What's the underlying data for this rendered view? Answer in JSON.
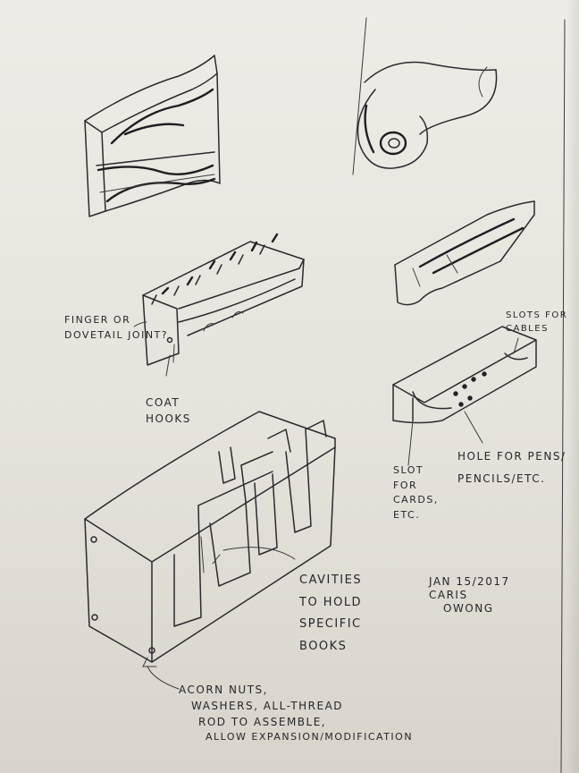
{
  "annotations": {
    "joint_note": [
      "FINGER OR",
      "DOVETAIL JOINT?"
    ],
    "coat_hooks": [
      "COAT",
      "HOOKS"
    ],
    "slots_for_cables": [
      "SLOTS FOR",
      "CABLES"
    ],
    "hole_for_pens": [
      "HOLE FOR PENS/",
      "PENCILS/ETC."
    ],
    "slot_for_cards": [
      "SLOT",
      "FOR",
      "CARDS,",
      "ETC."
    ],
    "cavities": [
      "CAVITIES",
      "TO HOLD",
      "SPECIFIC",
      "BOOKS"
    ],
    "signature": [
      "JAN 15/2017",
      "CARIS",
      "OWONG"
    ],
    "hardware": [
      "ACORN NUTS,",
      "WASHERS, ALL-THREAD",
      "ROD TO ASSEMBLE,",
      "ALLOW EXPANSION/MODIFICATION"
    ]
  }
}
